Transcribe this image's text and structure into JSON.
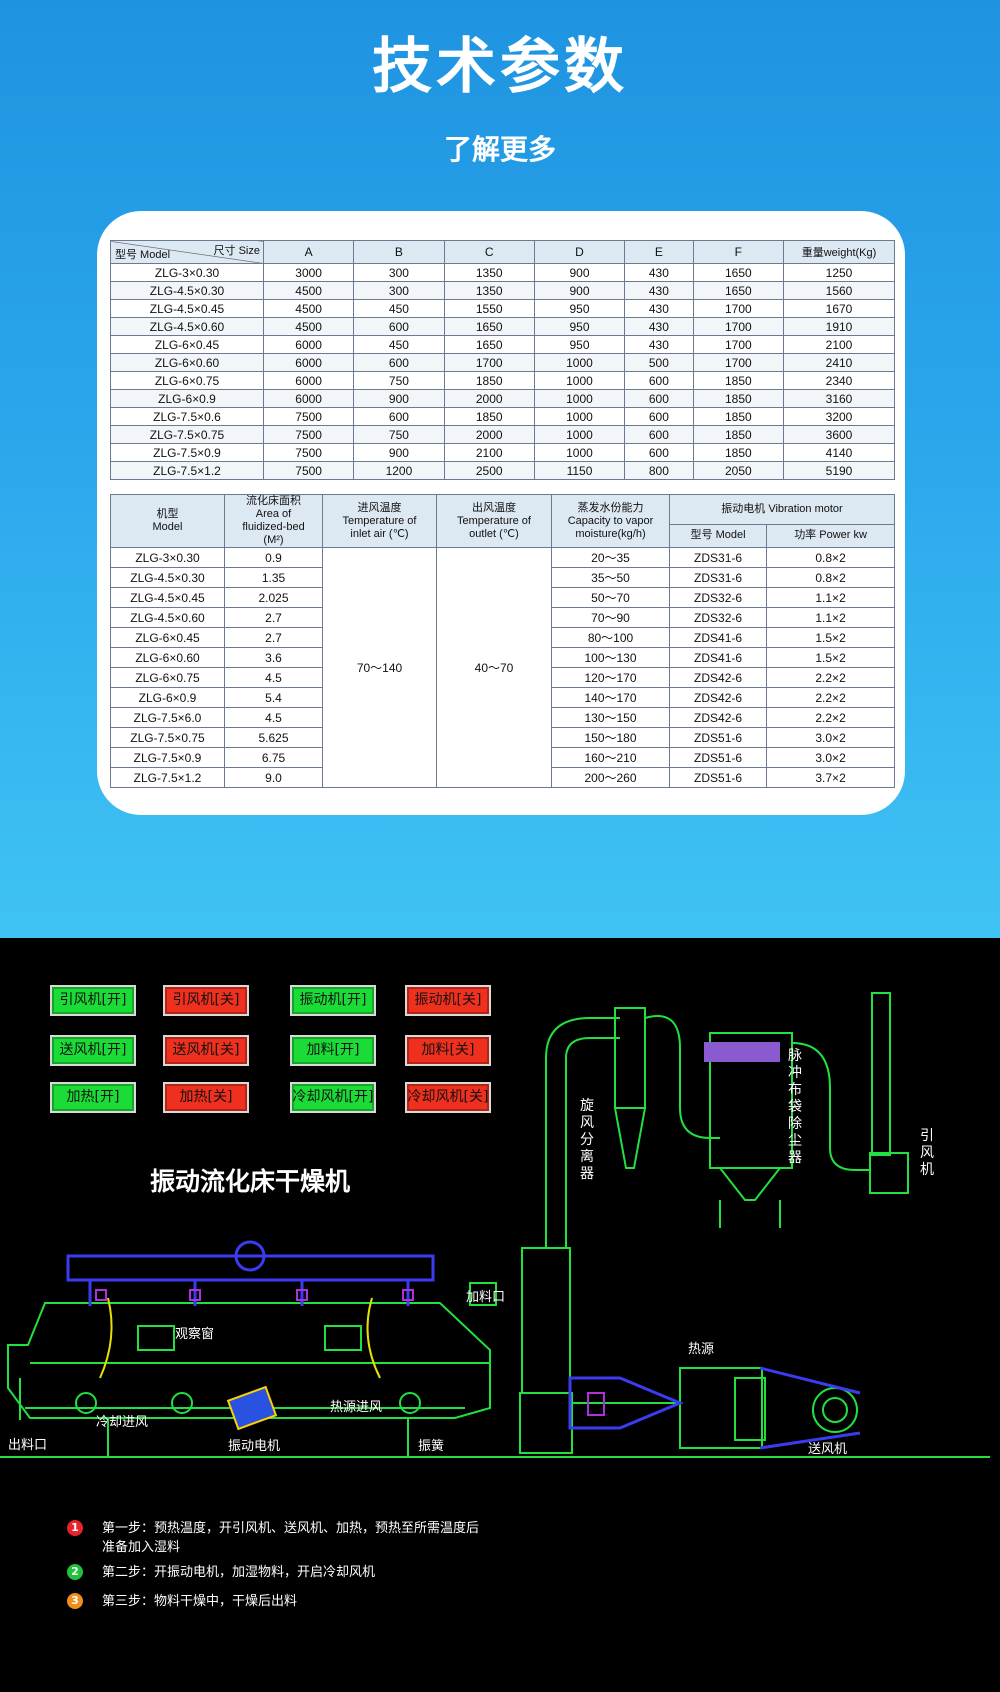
{
  "header": {
    "title": "技术参数",
    "subtitle": "了解更多"
  },
  "table1": {
    "corner_size": "尺寸 Size",
    "corner_model": "型号 Model",
    "columns": [
      "A",
      "B",
      "C",
      "D",
      "E",
      "F",
      "重量weight(Kg)"
    ],
    "rows": [
      [
        "ZLG-3×0.30",
        "3000",
        "300",
        "1350",
        "900",
        "430",
        "1650",
        "1250"
      ],
      [
        "ZLG-4.5×0.30",
        "4500",
        "300",
        "1350",
        "900",
        "430",
        "1650",
        "1560"
      ],
      [
        "ZLG-4.5×0.45",
        "4500",
        "450",
        "1550",
        "950",
        "430",
        "1700",
        "1670"
      ],
      [
        "ZLG-4.5×0.60",
        "4500",
        "600",
        "1650",
        "950",
        "430",
        "1700",
        "1910"
      ],
      [
        "ZLG-6×0.45",
        "6000",
        "450",
        "1650",
        "950",
        "430",
        "1700",
        "2100"
      ],
      [
        "ZLG-6×0.60",
        "6000",
        "600",
        "1700",
        "1000",
        "500",
        "1700",
        "2410"
      ],
      [
        "ZLG-6×0.75",
        "6000",
        "750",
        "1850",
        "1000",
        "600",
        "1850",
        "2340"
      ],
      [
        "ZLG-6×0.9",
        "6000",
        "900",
        "2000",
        "1000",
        "600",
        "1850",
        "3160"
      ],
      [
        "ZLG-7.5×0.6",
        "7500",
        "600",
        "1850",
        "1000",
        "600",
        "1850",
        "3200"
      ],
      [
        "ZLG-7.5×0.75",
        "7500",
        "750",
        "2000",
        "1000",
        "600",
        "1850",
        "3600"
      ],
      [
        "ZLG-7.5×0.9",
        "7500",
        "900",
        "2100",
        "1000",
        "600",
        "1850",
        "4140"
      ],
      [
        "ZLG-7.5×1.2",
        "7500",
        "1200",
        "2500",
        "1150",
        "800",
        "2050",
        "5190"
      ]
    ]
  },
  "table2": {
    "headers": {
      "model": "机型\nModel",
      "area": "流化床面积\nArea of\nfluidized-bed\n(M²)",
      "inlet": "进风温度\nTemperature of\ninlet air (℃)",
      "outlet": "出风温度\nTemperature of\noutlet (℃)",
      "capacity": "蒸发水份能力\nCapacity to vapor\nmoisture(kg/h)",
      "motor": "振动电机 Vibration motor",
      "motor_model": "型号 Model",
      "motor_power": "功率 Power kw"
    },
    "inlet_value": "70～140",
    "outlet_value": "40～70",
    "rows": [
      [
        "ZLG-3×0.30",
        "0.9",
        "20～35",
        "ZDS31-6",
        "0.8×2"
      ],
      [
        "ZLG-4.5×0.30",
        "1.35",
        "35～50",
        "ZDS31-6",
        "0.8×2"
      ],
      [
        "ZLG-4.5×0.45",
        "2.025",
        "50～70",
        "ZDS32-6",
        "1.1×2"
      ],
      [
        "ZLG-4.5×0.60",
        "2.7",
        "70～90",
        "ZDS32-6",
        "1.1×2"
      ],
      [
        "ZLG-6×0.45",
        "2.7",
        "80～100",
        "ZDS41-6",
        "1.5×2"
      ],
      [
        "ZLG-6×0.60",
        "3.6",
        "100～130",
        "ZDS41-6",
        "1.5×2"
      ],
      [
        "ZLG-6×0.75",
        "4.5",
        "120～170",
        "ZDS42-6",
        "2.2×2"
      ],
      [
        "ZLG-6×0.9",
        "5.4",
        "140～170",
        "ZDS42-6",
        "2.2×2"
      ],
      [
        "ZLG-7.5×6.0",
        "4.5",
        "130～150",
        "ZDS42-6",
        "2.2×2"
      ],
      [
        "ZLG-7.5×0.75",
        "5.625",
        "150～180",
        "ZDS51-6",
        "3.0×2"
      ],
      [
        "ZLG-7.5×0.9",
        "6.75",
        "160～210",
        "ZDS51-6",
        "3.0×2"
      ],
      [
        "ZLG-7.5×1.2",
        "9.0",
        "200～260",
        "ZDS51-6",
        "3.7×2"
      ]
    ]
  },
  "controls": {
    "buttons": [
      {
        "label": "引风机[开]",
        "color": "#1bdc37"
      },
      {
        "label": "引风机[关]",
        "color": "#f0301e"
      },
      {
        "label": "振动机[开]",
        "color": "#1bdc37"
      },
      {
        "label": "振动机[关]",
        "color": "#f0301e"
      },
      {
        "label": "送风机[开]",
        "color": "#1bdc37"
      },
      {
        "label": "送风机[关]",
        "color": "#f0301e"
      },
      {
        "label": "加料[开]",
        "color": "#1bdc37"
      },
      {
        "label": "加料[关]",
        "color": "#f0301e"
      },
      {
        "label": "加热[开]",
        "color": "#1bdc37"
      },
      {
        "label": "加热[关]",
        "color": "#f0301e"
      },
      {
        "label": "冷却风机[开]",
        "color": "#1bdc37"
      },
      {
        "label": "冷却风机[关]",
        "color": "#f0301e"
      }
    ]
  },
  "diagram": {
    "title": "振动流化床干燥机",
    "labels": {
      "window": "观察窗",
      "feed": "加料口",
      "cold_air": "冷却进风",
      "hot_air": "热源进风",
      "motor": "振动电机",
      "spring": "振簧",
      "outlet": "出料口",
      "heat": "热源",
      "blower": "送风机",
      "cyclone": "旋风分离器",
      "bag_filter": "脉冲布袋除尘器",
      "induced_fan": "引风机"
    }
  },
  "steps": [
    {
      "num": "1",
      "color": "#e8232b",
      "text": "第一步：预热温度，开引风机、送风机、加热，预热至所需温度后准备加入湿料"
    },
    {
      "num": "2",
      "color": "#1fc23a",
      "text": "第二步：开振动电机，加湿物料，开启冷却风机"
    },
    {
      "num": "3",
      "color": "#f0901a",
      "text": "第三步：物料干燥中，干燥后出料"
    }
  ]
}
